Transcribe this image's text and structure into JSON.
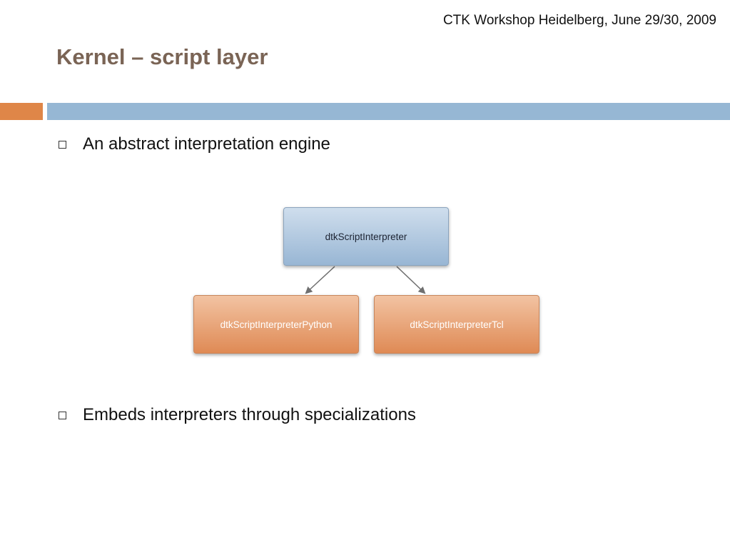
{
  "header": {
    "event": "CTK Workshop Heidelberg, June 29/30, 2009"
  },
  "slide": {
    "title": "Kernel – script layer"
  },
  "bullets": [
    {
      "text": "An abstract interpretation engine"
    },
    {
      "text": "Embeds interpreters through specializations"
    }
  ],
  "diagram": {
    "parent": {
      "label": "dtkScriptInterpreter"
    },
    "children": [
      {
        "label": "dtkScriptInterpreterPython"
      },
      {
        "label": "dtkScriptInterpreterTcl"
      }
    ]
  },
  "colors": {
    "title": "#7a6455",
    "accent_orange": "#df8648",
    "accent_blue": "#96b7d4"
  }
}
